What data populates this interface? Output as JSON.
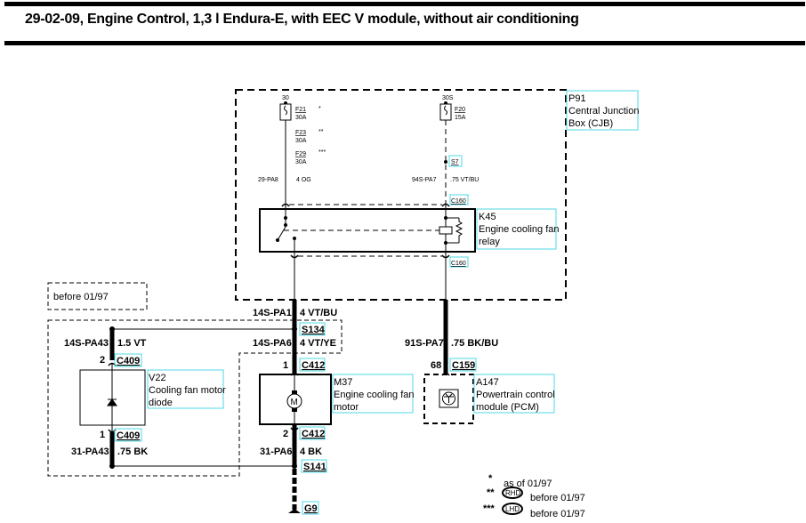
{
  "title": "29-02-09, Engine Control, 1,3 l Endura-E, with EEC V module, without air conditioning",
  "components": {
    "p91": {
      "id": "P91",
      "line1": "Central Junction",
      "line2": "Box (CJB)"
    },
    "k45": {
      "id": "K45",
      "line1": "Engine cooling fan",
      "line2": "relay"
    },
    "v22": {
      "id": "V22",
      "line1": "Cooling fan motor",
      "line2": "diode"
    },
    "m37": {
      "id": "M37",
      "line1": "Engine cooling fan",
      "line2": "motor",
      "symbol": "M"
    },
    "a147": {
      "id": "A147",
      "line1": "Powertrain control",
      "line2": "module (PCM)"
    }
  },
  "fuses": {
    "terminal_left": "30",
    "terminal_right": "30S",
    "f21": {
      "name": "F21",
      "rating": "30A",
      "note": "*"
    },
    "f23": {
      "name": "F23",
      "rating": "30A",
      "note": "**"
    },
    "f29": {
      "name": "F29",
      "rating": "30A",
      "note": "***"
    },
    "f20": {
      "name": "F20",
      "rating": "15A"
    }
  },
  "splices": {
    "s7": "S7",
    "s134": "S134",
    "s141": "S141"
  },
  "connectors": {
    "c160_top": "C160",
    "c160_bottom": "C160",
    "c409_top": "C409",
    "c409_bottom": "C409",
    "c412_top": "C412",
    "c412_bottom": "C412",
    "c159": "C159"
  },
  "pins": {
    "c409_top": "2",
    "c409_bottom": "1",
    "c412_top": "1",
    "c412_bottom": "2",
    "c159": "68"
  },
  "ground": "G9",
  "wires": {
    "w29pa8": {
      "circuit": "29-PA8",
      "spec": "4 OG"
    },
    "w94spa7": {
      "circuit": "94S-PA7",
      "spec": ".75 VT/BU"
    },
    "w14spa1": {
      "circuit": "14S-PA1",
      "spec": "4 VT/BU"
    },
    "w14spa6": {
      "circuit": "14S-PA6",
      "spec": "4 VT/YE"
    },
    "w14spa43": {
      "circuit": "14S-PA43",
      "spec": "1.5 VT"
    },
    "w91spa7": {
      "circuit": "91S-PA7",
      "spec": ".75 BK/BU"
    },
    "w31pa43": {
      "circuit": "31-PA43",
      "spec": ".75 BK"
    },
    "w31pa6": {
      "circuit": "31-PA6",
      "spec": "4 BK"
    }
  },
  "variant_box": "before 01/97",
  "legend": [
    {
      "mark": "*",
      "badge": "",
      "text": "as of 01/97"
    },
    {
      "mark": "**",
      "badge": "RHD",
      "text": "before 01/97"
    },
    {
      "mark": "***",
      "badge": "LHD",
      "text": "before 01/97"
    }
  ],
  "colors": {
    "link_box": "#4dd9e6",
    "wire": "#000000"
  }
}
